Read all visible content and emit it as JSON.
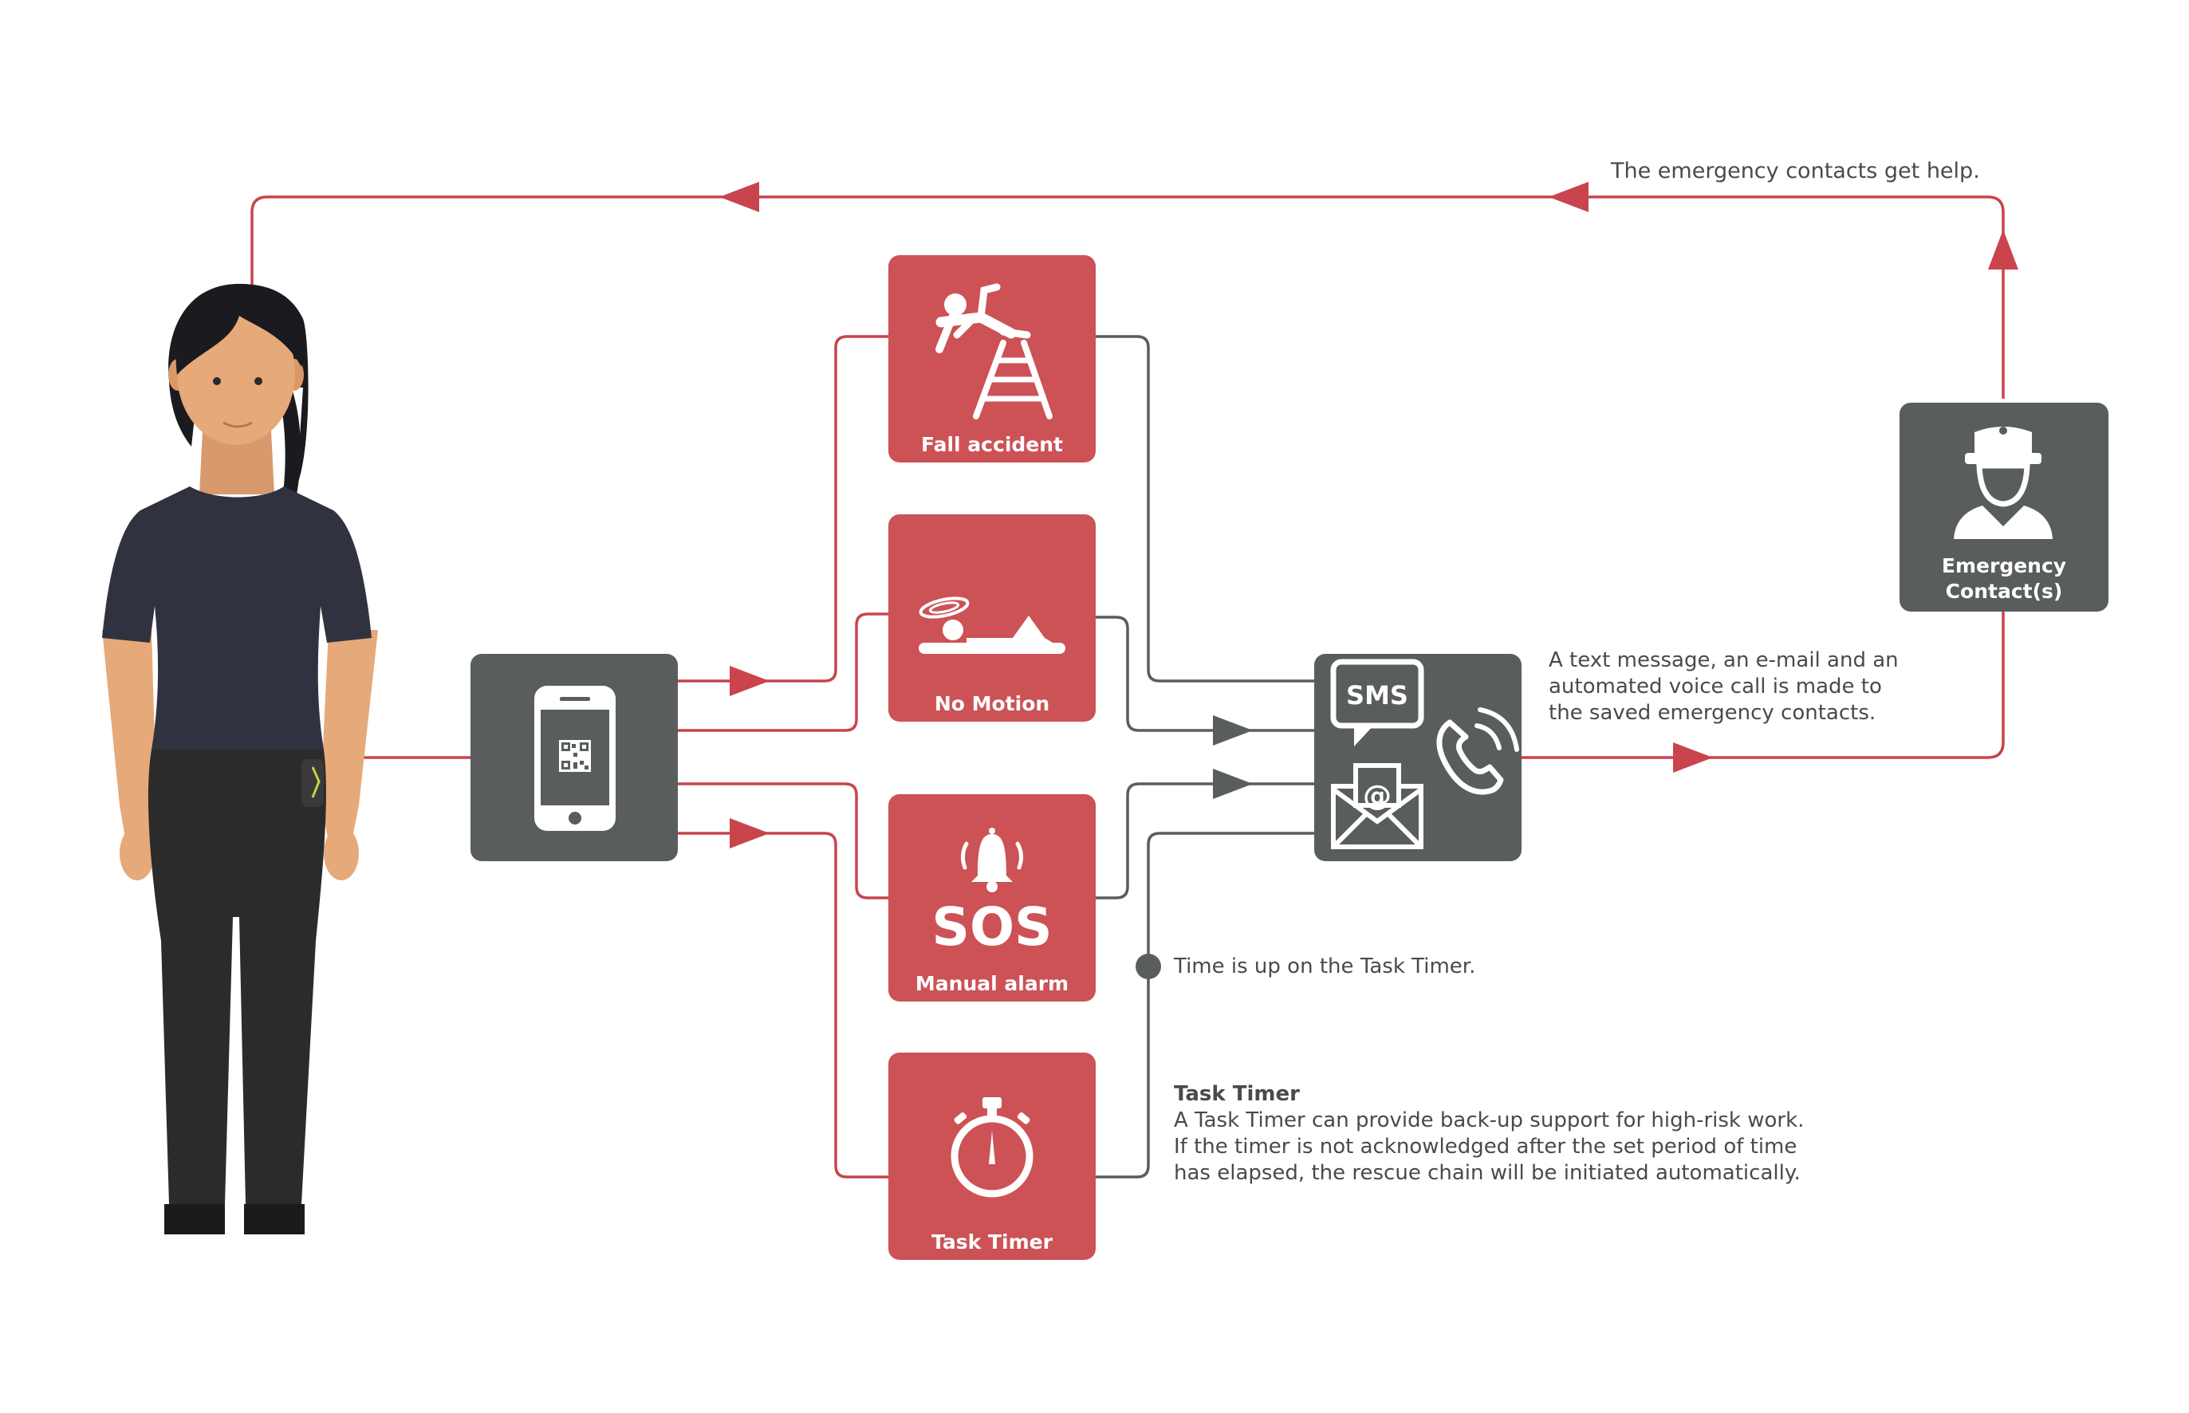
{
  "nodes": {
    "fall": {
      "label": "Fall accident"
    },
    "nomotion": {
      "label": "No Motion"
    },
    "sos": {
      "icon_text": "SOS",
      "label": "Manual alarm"
    },
    "timer": {
      "label": "Task Timer"
    },
    "comms": {
      "sms_text": "SMS",
      "email_symbol": "@"
    },
    "contact": {
      "label_line1": "Emergency",
      "label_line2": "Contact(s)"
    }
  },
  "annotations": {
    "help": "The emergency contacts get help.",
    "message": {
      "line1": "A text message, an e-mail and an",
      "line2": "automated voice call is made to",
      "line3": "the saved emergency contacts."
    },
    "timeup": "Time is up on the Task Timer.",
    "tasktimer": {
      "title": "Task Timer",
      "line1": "A Task Timer can provide back-up support for high-risk work.",
      "line2": "If the timer is not acknowledged after the set period of time",
      "line3": "has elapsed, the rescue chain will be initiated automatically."
    }
  },
  "colors": {
    "alert_red": "#cc5256",
    "line_red": "#c9444c",
    "device_gray": "#595d5e",
    "line_gray": "#595d5e",
    "shirt": "#30323f",
    "pants": "#2b2b2b",
    "skin": "#e6a97a",
    "hair": "#1b1b1f"
  },
  "icons": {
    "phone": "smartphone-qr-icon",
    "fall": "fall-from-ladder-icon",
    "nomotion": "person-lying-down-icon",
    "sos": "alarm-bell-icon",
    "timer": "stopwatch-icon",
    "sms": "sms-bubble-icon",
    "email": "email-envelope-icon",
    "call": "phone-call-icon",
    "contact": "person-with-cap-icon"
  }
}
